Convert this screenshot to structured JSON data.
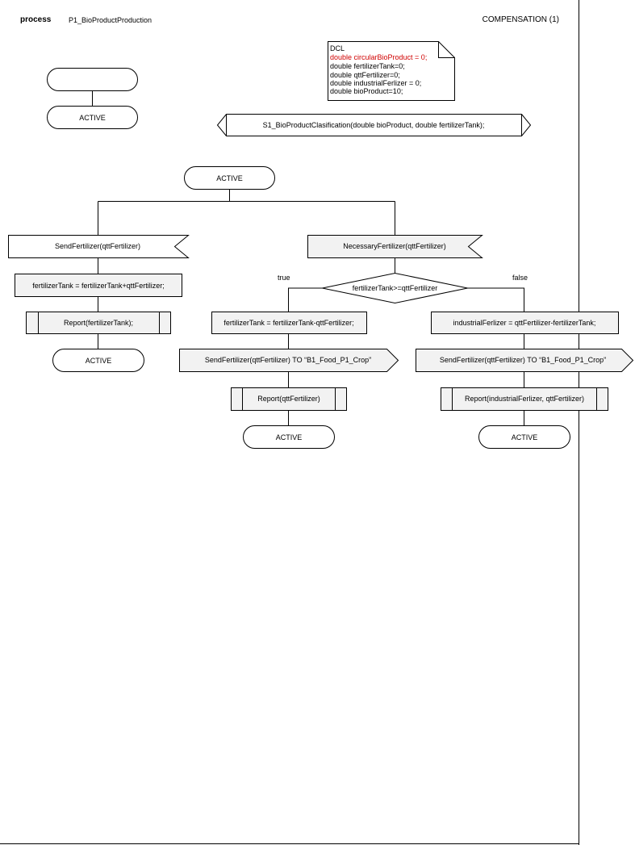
{
  "header": {
    "keyword": "process",
    "process_name": "P1_BioProductProduction",
    "page_label": "COMPENSATION (1)"
  },
  "dcl": {
    "title": "DCL",
    "lines": [
      "double circularBioProduct = 0;",
      "double fertilizerTank=0;",
      "double qttFertilizer=0;",
      "double industrialFerlizer = 0;",
      "double bioProduct=10;"
    ],
    "highlight_color": "#d00000"
  },
  "procedure_ref": "S1_BioProductClasification(double bioProduct, double fertilizerTank);",
  "start": {
    "label": "",
    "next_state": "ACTIVE"
  },
  "main_state": "ACTIVE",
  "left_branch": {
    "input": "SendFertilizer(qttFertilizer)",
    "task": "fertilizerTank = fertilizerTank+qttFertilizer;",
    "procedure_call": "Report(fertilizerTank);",
    "next_state": "ACTIVE"
  },
  "right_branch": {
    "input": "NecessaryFertilizer(qttFertilizer)",
    "decision": "fertilizerTank>=qttFertilizer",
    "true_label": "true",
    "false_label": "false",
    "true_path": {
      "task": "fertilizerTank = fertilizerTank-qttFertilizer;",
      "output": "SendFertilizer(qttFertilizer) TO “B1_Food_P1_Crop”",
      "procedure_call": "Report(qttFertilizer)",
      "next_state": "ACTIVE"
    },
    "false_path": {
      "task": "industrialFerlizer = qttFertilizer-fertilizerTank;",
      "output": "SendFertilizer(qttFertilizer) TO “B1_Food_P1_Crop”",
      "procedure_call": "Report(industrialFerlizer, qttFertilizer)",
      "next_state": "ACTIVE"
    }
  }
}
